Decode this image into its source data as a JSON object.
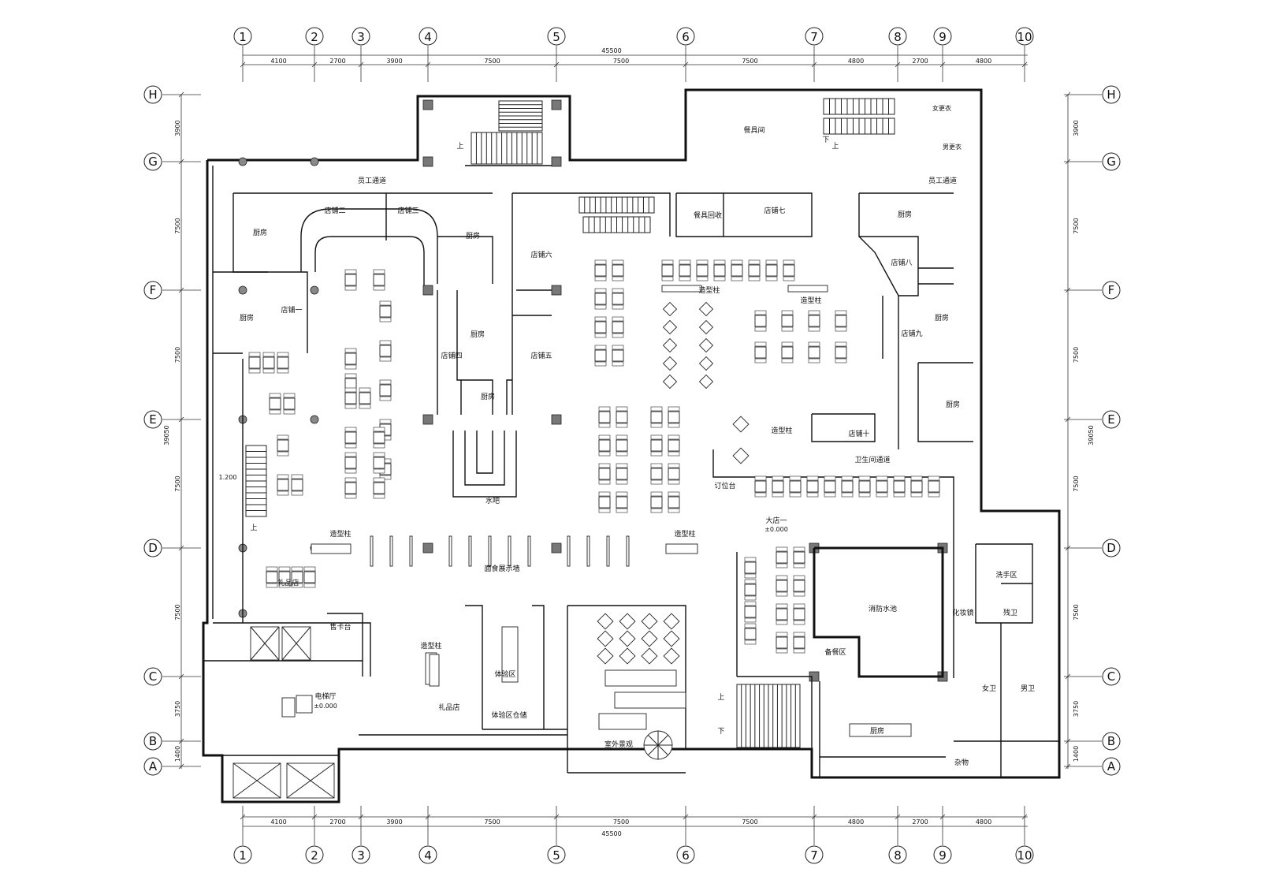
{
  "grid": {
    "columns": [
      "1",
      "2",
      "3",
      "4",
      "5",
      "6",
      "7",
      "8",
      "9",
      "10"
    ],
    "rows": [
      "H",
      "G",
      "F",
      "E",
      "D",
      "C",
      "B",
      "A"
    ]
  },
  "dimensions": {
    "horizontal": [
      "4100",
      "2700",
      "3900",
      "7500",
      "7500",
      "7500",
      "4800",
      "2700",
      "4800"
    ],
    "horizontal_total": "45500",
    "vertical": [
      "3900",
      "7500",
      "7500",
      "7500",
      "7500",
      "3750",
      "1400"
    ],
    "vertical_total": "39050"
  },
  "rooms": {
    "staff_corridor": "员工通道",
    "staff_corridor_right": "员工通道",
    "tableware_room": "餐具间",
    "tableware_recycle": "餐具回收",
    "female_locker": "女更衣",
    "male_locker": "男更衣",
    "kitchen_1": "厨房",
    "kitchen_2": "厨房",
    "kitchen_3": "厨房",
    "kitchen_4": "厨房",
    "kitchen_5": "厨房",
    "kitchen_6": "厨房",
    "kitchen_7": "厨房",
    "kitchen_8": "厨房",
    "kitchen_9": "厨房",
    "shop_1": "店铺一",
    "shop_2": "店铺二",
    "shop_3": "店铺三",
    "shop_4": "店铺四",
    "shop_5": "店铺五",
    "shop_6": "店铺六",
    "shop_7": "店铺七",
    "shop_8": "店铺八",
    "shop_9": "店铺九",
    "shop_10": "店铺十",
    "feature_col_1": "造型柱",
    "feature_col_2": "造型柱",
    "feature_col_3": "造型柱",
    "feature_col_4": "造型柱",
    "feature_col_5": "造型柱",
    "feature_col_6": "造型柱",
    "water_bar": "水吧",
    "toilet_corridor": "卫生间通道",
    "reservation_desk": "订位台",
    "hall_1": "大店一",
    "hall_1_level": "±0.000",
    "level_1200": "1.200",
    "stair_up_1": "上",
    "stair_up_2": "上",
    "stair_up_3": "上",
    "stair_up_4": "上",
    "stair_down_1": "下",
    "stair_down_2": "下",
    "noodle_wall": "面食展示墙",
    "gift_shop_1": "礼品店",
    "gift_shop_2": "礼品店",
    "card_desk": "售卡台",
    "elevator_hall": "电梯厅",
    "elevator_level": "±0.000",
    "experience_zone": "体验区",
    "experience_storage": "体验区仓储",
    "outdoor_landscape": "室外景观",
    "fire_pool": "消防水池",
    "prep_area": "备餐区",
    "hand_wash": "洗手区",
    "makeup_mirror": "化妆镜",
    "accessible_wc": "残卫",
    "female_wc": "女卫",
    "male_wc": "男卫",
    "sundries": "杂物"
  }
}
